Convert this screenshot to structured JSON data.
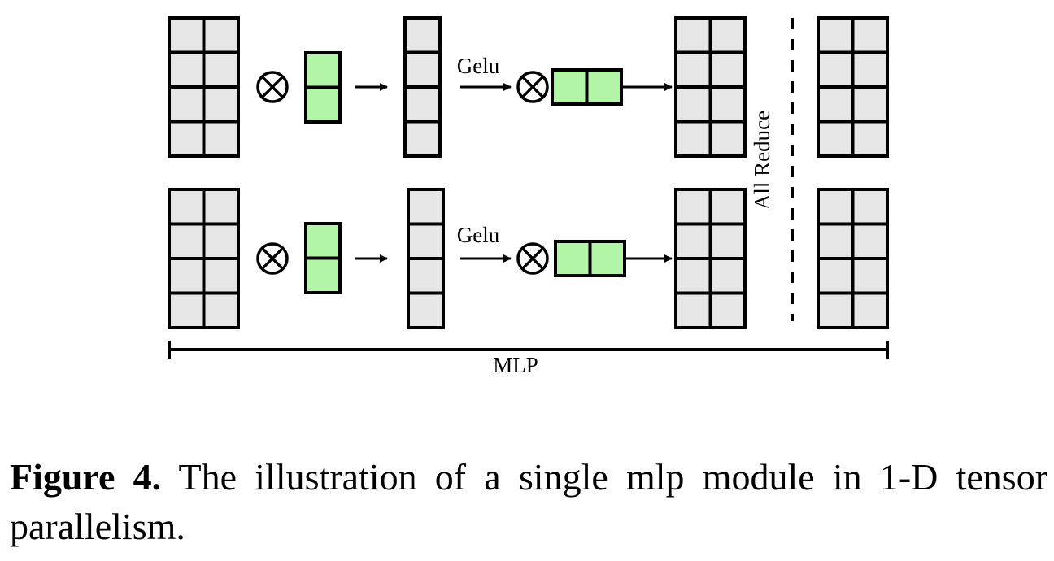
{
  "colors": {
    "input_cell": "#e6e6e6",
    "weight_cell": "#b3f5a6",
    "stroke": "#000000"
  },
  "labels": {
    "gelu_top": "Gelu",
    "gelu_bottom": "Gelu",
    "all_reduce": "All Reduce",
    "mlp": "MLP"
  },
  "caption": {
    "label": "Figure 4.",
    "text": "The illustration of a single mlp module in 1-D tensor parallelism."
  }
}
